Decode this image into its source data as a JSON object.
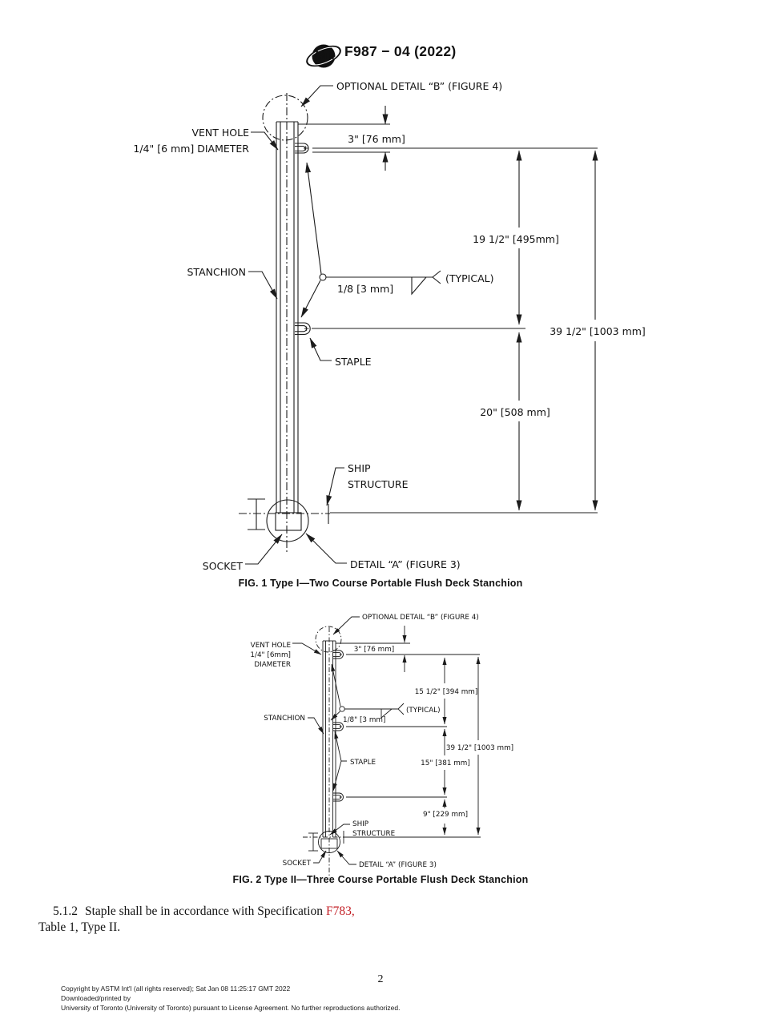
{
  "header": {
    "title": "F987 − 04 (2022)",
    "logo": "astm-globe-logo"
  },
  "fig1": {
    "optional_detail": "OPTIONAL DETAIL “B” (FIGURE 4)",
    "vent_line1": "VENT HOLE",
    "vent_line2": "1/4\" [6 mm] DIAMETER",
    "dim_3": "3\" [76 mm]",
    "dim_19_5": "19 1/2\" [495mm]",
    "stanchion": "STANCHION",
    "weld_size": "1/8  [3 mm]",
    "typical": "(TYPICAL)",
    "staple": "STAPLE",
    "dim_39_5": "39 1/2\" [1003 mm]",
    "dim_20": "20\" [508 mm]",
    "ship_line1": "SHIP",
    "ship_line2": "STRUCTURE",
    "socket": "SOCKET",
    "detail_a": "DETAIL “A” (FIGURE 3)",
    "caption": "FIG. 1  Type I—Two Course Portable Flush Deck Stanchion"
  },
  "fig2": {
    "optional_detail": "OPTIONAL DETAIL “B” (FIGURE 4)",
    "vent_line1": "VENT HOLE",
    "vent_line2": "1/4\" [6mm]",
    "vent_line3": "DIAMETER",
    "dim_3": "3\" [76 mm]",
    "dim_15_5": "15 1/2\" [394 mm]",
    "stanchion": "STANCHION",
    "weld_size": "1/8\" [3 mm]",
    "typical": "(TYPICAL)",
    "staple": "STAPLE",
    "dim_39_5": "39 1/2\" [1003 mm]",
    "dim_15": "15\" [381 mm]",
    "dim_9": "9\" [229 mm]",
    "ship_line1": "SHIP",
    "ship_line2": "STRUCTURE",
    "socket": "SOCKET",
    "detail_a": "DETAIL “A” (FIGURE 3)",
    "caption": "FIG. 2  Type II—Three Course Portable Flush Deck Stanchion"
  },
  "body": {
    "section": "5.1.2",
    "text_before": "Staple shall be in accordance with Specification",
    "link": "F783,",
    "text_after": "Table 1, Type II."
  },
  "footer": {
    "page_number": "2",
    "line1": "Copyright by ASTM Int'l (all rights reserved); Sat Jan 08 11:25:17 GMT 2022",
    "line2": "Downloaded/printed by",
    "line3": "University of Toronto (University of Toronto) pursuant to License Agreement. No further reproductions authorized."
  },
  "colors": {
    "link_red": "#c31f25",
    "line_color": "#1c1c1c"
  }
}
